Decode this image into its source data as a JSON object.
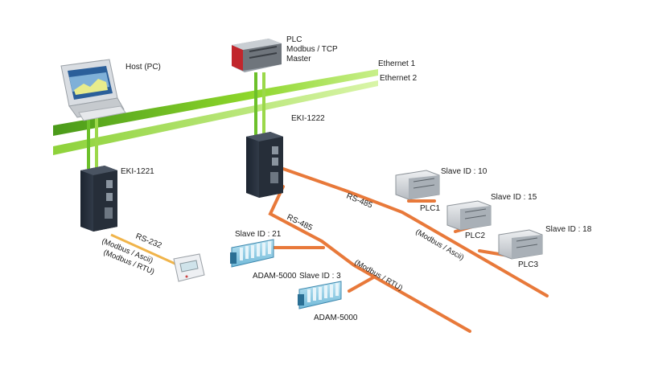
{
  "network": {
    "ethernet1": "Ethernet 1",
    "ethernet2": "Ethernet 2"
  },
  "devices": {
    "host": {
      "label": "Host (PC)"
    },
    "plc_master": {
      "line1": "PLC",
      "line2": "Modbus / TCP",
      "line3": "Master"
    },
    "eki1222": {
      "label": "EKI-1222"
    },
    "eki1221": {
      "label": "EKI-1221"
    },
    "plc1": {
      "name": "PLC1",
      "slave": "Slave ID : 10"
    },
    "plc2": {
      "name": "PLC2",
      "slave": "Slave ID : 15"
    },
    "plc3": {
      "name": "PLC3",
      "slave": "Slave ID : 18"
    },
    "adam_a": {
      "name": "ADAM-5000",
      "slave": "Slave ID : 21"
    },
    "adam_b": {
      "name": "ADAM-5000",
      "slave": "Slave ID : 3"
    }
  },
  "links": {
    "rs485_upper": "RS-485",
    "modbus_ascii_upper": "(Modbus / Ascii)",
    "rs485_lower": "RS-485",
    "modbus_rtu_lower": "(Modbus / RTU)",
    "rs232": "RS-232",
    "modbus_ascii_rs232": "(Modbus / Ascii)",
    "modbus_rtu_rs232": "(Modbus / RTU)"
  },
  "colors": {
    "ethernet_bright": "#8dd62a",
    "ethernet_dark": "#5fae1e",
    "serial_orange": "#e8793a",
    "rs232_yellow": "#f0b44a"
  }
}
